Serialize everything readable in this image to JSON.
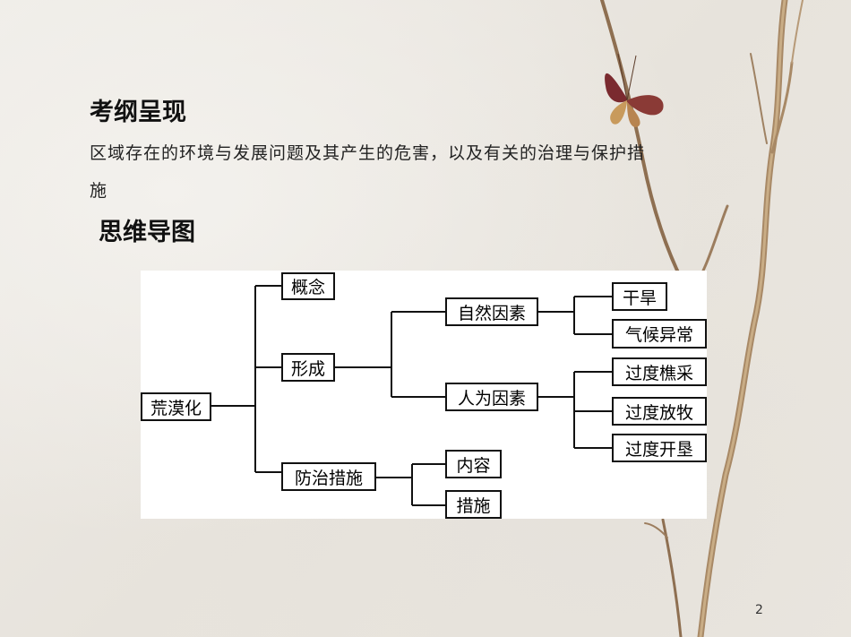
{
  "section1": {
    "title": "考纲呈现"
  },
  "section1_body": {
    "line1": "区域存在的环境与发展问题及其产生的危害，以及有关的治理与保护措",
    "line2": "施"
  },
  "section2": {
    "title": "思维导图"
  },
  "mindmap": {
    "root": "荒漠化",
    "level1": [
      "概念",
      "形成",
      "防治措施"
    ],
    "formation_children": [
      "自然因素",
      "人为因素"
    ],
    "natural_children": [
      "干旱",
      "气候异常"
    ],
    "human_children": [
      "过度樵采",
      "过度放牧",
      "过度开垦"
    ],
    "prevention_children": [
      "内容",
      "措施"
    ]
  },
  "footer": {
    "page_number": "2"
  }
}
